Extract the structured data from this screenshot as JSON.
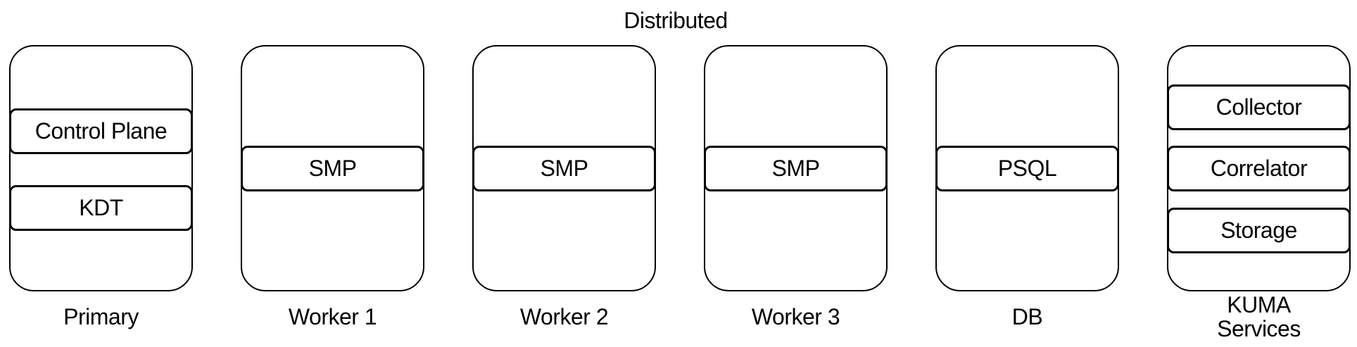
{
  "title": "Distributed",
  "colors": {
    "background": "#ffffff",
    "stroke": "#000000",
    "text": "#000000"
  },
  "nodes": [
    {
      "label": "Primary",
      "components": [
        "Control Plane",
        "KDT"
      ]
    },
    {
      "label": "Worker 1",
      "components": [
        "SMP"
      ]
    },
    {
      "label": "Worker 2",
      "components": [
        "SMP"
      ]
    },
    {
      "label": "Worker 3",
      "components": [
        "SMP"
      ]
    },
    {
      "label": "DB",
      "components": [
        "PSQL"
      ]
    },
    {
      "label": "KUMA\nServices",
      "components": [
        "Collector",
        "Correlator",
        "Storage"
      ]
    }
  ]
}
